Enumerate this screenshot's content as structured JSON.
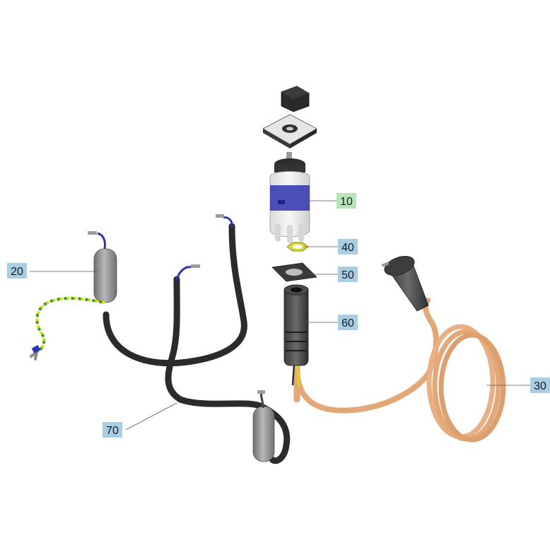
{
  "callouts": [
    {
      "id": "10",
      "label": "10",
      "highlight": "green"
    },
    {
      "id": "20",
      "label": "20",
      "highlight": "blue"
    },
    {
      "id": "30",
      "label": "30",
      "highlight": "blue"
    },
    {
      "id": "40",
      "label": "40",
      "highlight": "blue"
    },
    {
      "id": "50",
      "label": "50",
      "highlight": "blue"
    },
    {
      "id": "60",
      "label": "60",
      "highlight": "blue"
    },
    {
      "id": "70",
      "label": "70",
      "highlight": "blue"
    }
  ],
  "colors": {
    "callout_blue": "#a9cde3",
    "callout_green": "#b9e3b9",
    "cable_black": "#2c2c2c",
    "cord_orange": "#e8b084",
    "ground_wire_yellow": "#d8e000",
    "ground_wire_green": "#3a9a3a",
    "switch_blue": "#3b3fb0",
    "capacitor_grey": "#8a8a8a"
  },
  "parts": [
    {
      "name": "knob",
      "icon": "rotary-knob"
    },
    {
      "name": "dial-plate",
      "icon": "square-plate"
    },
    {
      "name": "rotary-switch",
      "icon": "switch-body"
    },
    {
      "name": "hex-nut",
      "icon": "nut"
    },
    {
      "name": "gasket",
      "icon": "gasket"
    },
    {
      "name": "strain-relief",
      "icon": "cable-gland"
    },
    {
      "name": "power-cord-plug",
      "icon": "schuko-plug"
    },
    {
      "name": "suppressor-capacitor",
      "icon": "capacitor"
    }
  ]
}
